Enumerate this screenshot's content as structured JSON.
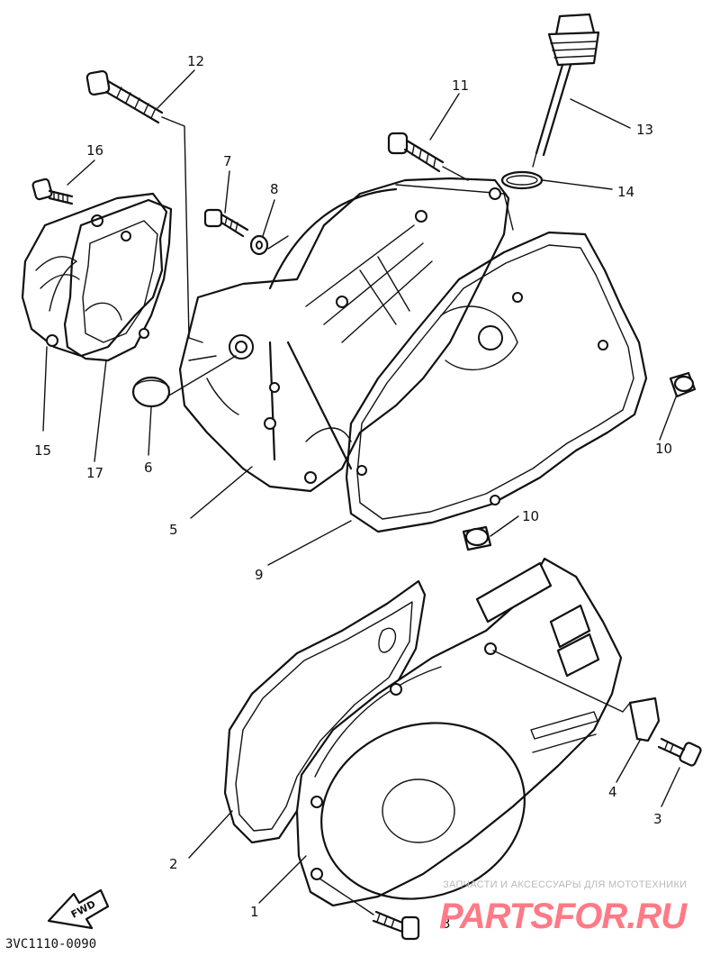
{
  "labels": {
    "p1": "1",
    "p2": "2",
    "p3a": "3",
    "p3b": "3",
    "p4": "4",
    "p5": "5",
    "p6": "6",
    "p7": "7",
    "p8": "8",
    "p9": "9",
    "p10a": "10",
    "p10b": "10",
    "p11": "11",
    "p12": "12",
    "p13": "13",
    "p14": "14",
    "p15": "15",
    "p16": "16",
    "p17": "17"
  },
  "fwd_label": "FWD",
  "diagram_code": "3VC1110-0090",
  "watermark": {
    "line1": "ЗАПЧАСТИ И АКСЕССУАРЫ ДЛЯ МОТОТЕХНИКИ",
    "line2": "PARTSFOR.RU"
  },
  "colors": {
    "ink": "#111111",
    "watermark_gray": "#b9b9b9",
    "watermark_red": "#ff7a86"
  }
}
